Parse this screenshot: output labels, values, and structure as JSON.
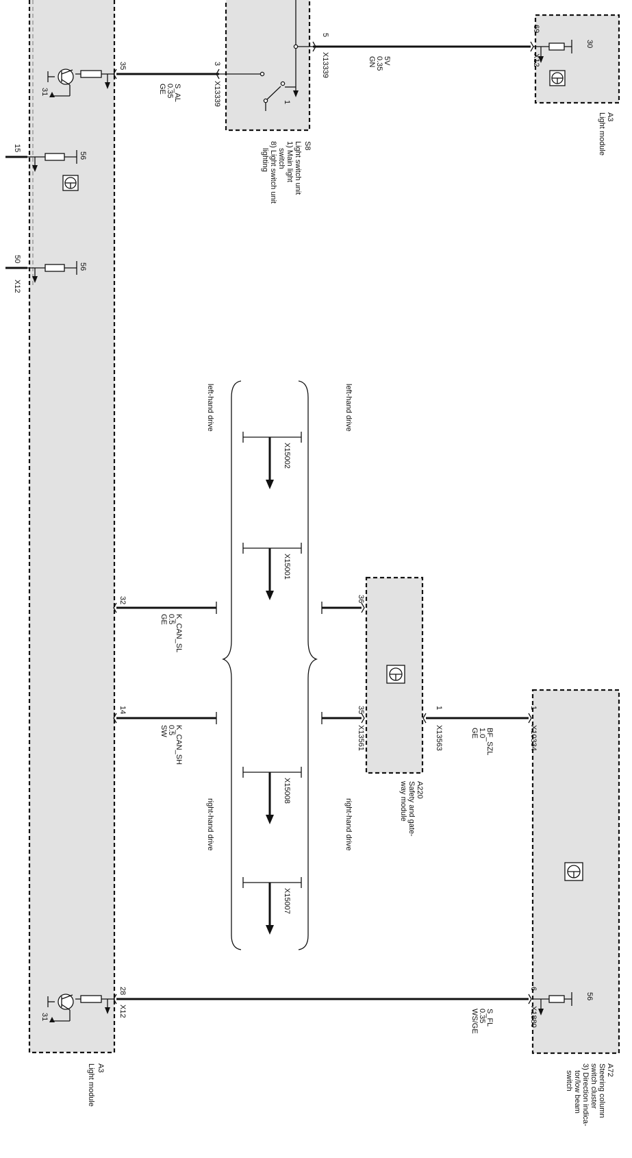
{
  "modules": {
    "a3_light_module_main": {
      "ref": "A3",
      "name": "Light module"
    },
    "a3_light_module_top": {
      "ref": "A3",
      "name": "Light module"
    },
    "s8_light_switch_unit": {
      "ref": "S8",
      "name_lines": [
        "Light switch unit",
        "1) Main light",
        "switch",
        "8) Light switch unit",
        "lighting"
      ]
    },
    "a220_safety_gateway": {
      "ref": "A220",
      "name_lines": [
        "Safety and gate-",
        "way module"
      ]
    },
    "a72_steering_column": {
      "ref": "A72",
      "name_lines": [
        "Steering column",
        "switch cluster",
        "3) Direction indica-",
        "tor/low beam",
        "switch"
      ]
    }
  },
  "pins": {
    "a3_main_35": "35",
    "a3_main_15": "15",
    "a3_main_50": "50",
    "a3_main_32": "32",
    "a3_main_14": "14",
    "a3_main_28": "28",
    "s8_3": "3",
    "s8_5": "5",
    "s8_contact_1": "1",
    "a3_top_69": "69",
    "a3_top_30": "30",
    "a220_36": "36",
    "a220_35": "35",
    "a220_1": "1",
    "a72_1": "1",
    "a72_6": "6",
    "a72_56": "56",
    "a3_main_56_a": "56",
    "a3_main_56_b": "56",
    "a3_main_31_a": "31",
    "a3_main_31_b": "31"
  },
  "connectors": {
    "x13339_a": "X13339",
    "x13339_b": "X13339",
    "x12_top": "X12",
    "x12_left": "X12",
    "x12_bottom": "X12",
    "x13561": "X13561",
    "x13563": "X13563",
    "x10334": "X10334",
    "x1880": "X1880",
    "x15002": "X15002",
    "x15001": "X15001",
    "x15008": "X15008",
    "x15007": "X15007"
  },
  "wires": {
    "s_al": {
      "signal": "S_AL",
      "cross_section": "0.35",
      "color": "GE"
    },
    "5v": {
      "signal": "5V",
      "cross_section": "0.35",
      "color": "GN"
    },
    "k_can_sl": {
      "signal": "K_CAN_SL",
      "cross_section": "0.5",
      "color": "GE"
    },
    "k_can_sh": {
      "signal": "K_CAN_SH",
      "cross_section": "0.5",
      "color": "SW"
    },
    "bf_szl": {
      "signal": "BF_SZL",
      "cross_section": "1.0",
      "color": "GE"
    },
    "s_fl": {
      "signal": "S_FL",
      "cross_section": "0.35",
      "color": "WS/GE"
    }
  },
  "variants": {
    "lhd_top": "left-hand drive",
    "lhd_bottom": "left-hand drive",
    "rhd_top": "right-hand drive",
    "rhd_bottom": "right-hand drive"
  },
  "colors": {
    "module_fill": "#e2e2e2",
    "line": "#111111",
    "background": "#ffffff"
  }
}
